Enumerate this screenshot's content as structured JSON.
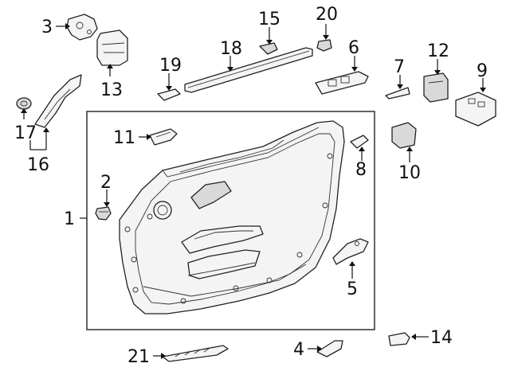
{
  "callouts": [
    {
      "id": "1",
      "text": "1"
    },
    {
      "id": "2",
      "text": "2"
    },
    {
      "id": "3",
      "text": "3"
    },
    {
      "id": "4",
      "text": "4"
    },
    {
      "id": "5",
      "text": "5"
    },
    {
      "id": "6",
      "text": "6"
    },
    {
      "id": "7",
      "text": "7"
    },
    {
      "id": "8",
      "text": "8"
    },
    {
      "id": "9",
      "text": "9"
    },
    {
      "id": "10",
      "text": "10"
    },
    {
      "id": "11",
      "text": "11"
    },
    {
      "id": "12",
      "text": "12"
    },
    {
      "id": "13",
      "text": "13"
    },
    {
      "id": "14",
      "text": "14"
    },
    {
      "id": "15",
      "text": "15"
    },
    {
      "id": "16",
      "text": "16"
    },
    {
      "id": "17",
      "text": "17"
    },
    {
      "id": "18",
      "text": "18"
    },
    {
      "id": "19",
      "text": "19"
    },
    {
      "id": "20",
      "text": "20"
    },
    {
      "id": "21",
      "text": "21"
    }
  ],
  "colors": {
    "line": "#222222",
    "fill": "#f4f4f4",
    "shade": "#d9d9d9"
  }
}
